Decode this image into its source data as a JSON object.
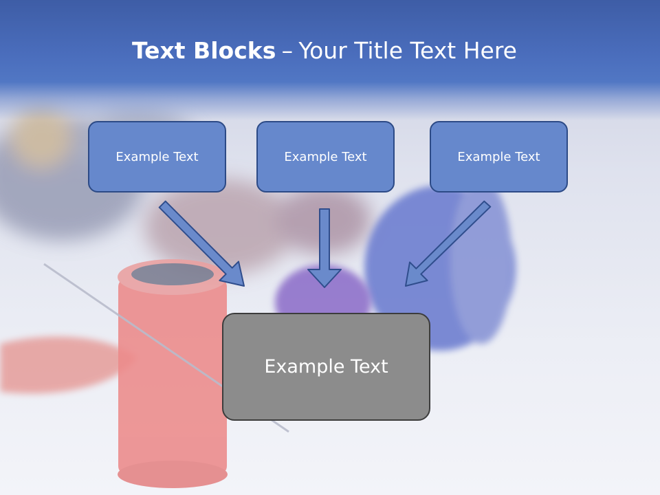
{
  "slide": {
    "title_bold": "Text Blocks",
    "title_dash": "–",
    "title_rest": "Your Title Text Here"
  },
  "top_blocks": [
    {
      "label": "Example Text"
    },
    {
      "label": "Example Text"
    },
    {
      "label": "Example Text"
    }
  ],
  "bottom_block": {
    "label": "Example Text"
  },
  "colors": {
    "header_blue": "#4a6dbc",
    "block_fill": "#6688cc",
    "block_border": "#2c4a86",
    "arrow_fill": "#6a8acb",
    "arrow_stroke": "#2f4d8c",
    "bottom_fill": "#8c8c8c",
    "bottom_border": "#3c3c3c"
  }
}
